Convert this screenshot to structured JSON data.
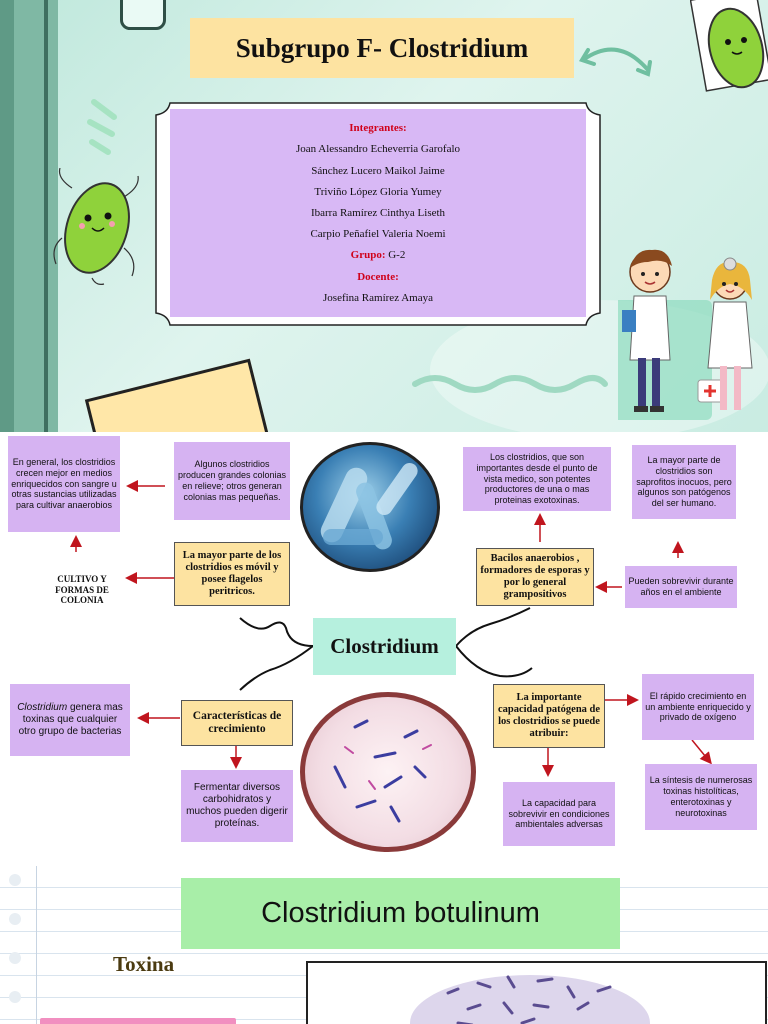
{
  "slide1": {
    "title": "Subgrupo F- Clostridium",
    "integrantes_label": "Integrantes:",
    "members": [
      "Joan Alessandro Echeverria Garofalo",
      "Sánchez Lucero Maikol Jaime",
      "Triviño López Gloria Yumey",
      "Ibarra Ramírez Cinthya Liseth",
      "Carpio Peñafiel Valeria Noemi"
    ],
    "grupo_label": "Grupo:",
    "grupo_value": " G-2",
    "docente_label": "Docente:",
    "docente_name": "Josefina Ramírez Amaya"
  },
  "slide2": {
    "center": "Clostridium",
    "boxes": {
      "general": "En general, los clostridios crecen mejor en medios enriquecidos con sangre u otras sustancias utilizadas para cultivar anaerobios",
      "colonias": "Algunos clostridios producen grandes colonias en relieve; otros generan colonias mas pequeñas.",
      "cultivo": "CULTIVO Y FORMAS DE COLONIA",
      "movil": "La mayor parte de los clostridios es móvil y posee flagelos peritricos.",
      "importantes": "Los clostridios, que son importantes desde el punto de vista medico, son potentes productores de una o mas proteinas exotoxinas.",
      "saprofitos": "La mayor parte de clostridios son saprofitos inocuos, pero algunos son patógenos del ser humano.",
      "bacilos": "Bacilos anaerobios , formadores de esporas y por lo general grampositivos",
      "sobrevivir": "Pueden sobrevivir durante años en el ambiente",
      "toxinas_em": "Clostridium",
      "toxinas_rest": " genera mas toxinas que cualquier otro grupo de bacterias",
      "caracteristicas": "Características de crecimiento",
      "fermentar": "Fermentar diversos carbohidratos y muchos pueden digerir proteínas.",
      "patogena": "La importante capacidad patógena de los clostridios se puede atribuir:",
      "capacidad": "La capacidad para sobrevivir en condiciones ambientales adversas",
      "rapido": "El rápido crecimiento en un ambiente enriquecido y privado de oxígeno",
      "sintesis": "La síntesis de numerosas toxinas histolíticas, enterotoxinas y neurotoxinas"
    }
  },
  "slide3": {
    "title": "Clostridium  botulinum",
    "subtitle": "Toxina"
  },
  "colors": {
    "purple_box": "#d6b3f2",
    "yellow_box": "#fde3a1",
    "mint_box": "#b6f0de",
    "green_title": "#a8eea8",
    "arrow_red": "#c0151e"
  }
}
